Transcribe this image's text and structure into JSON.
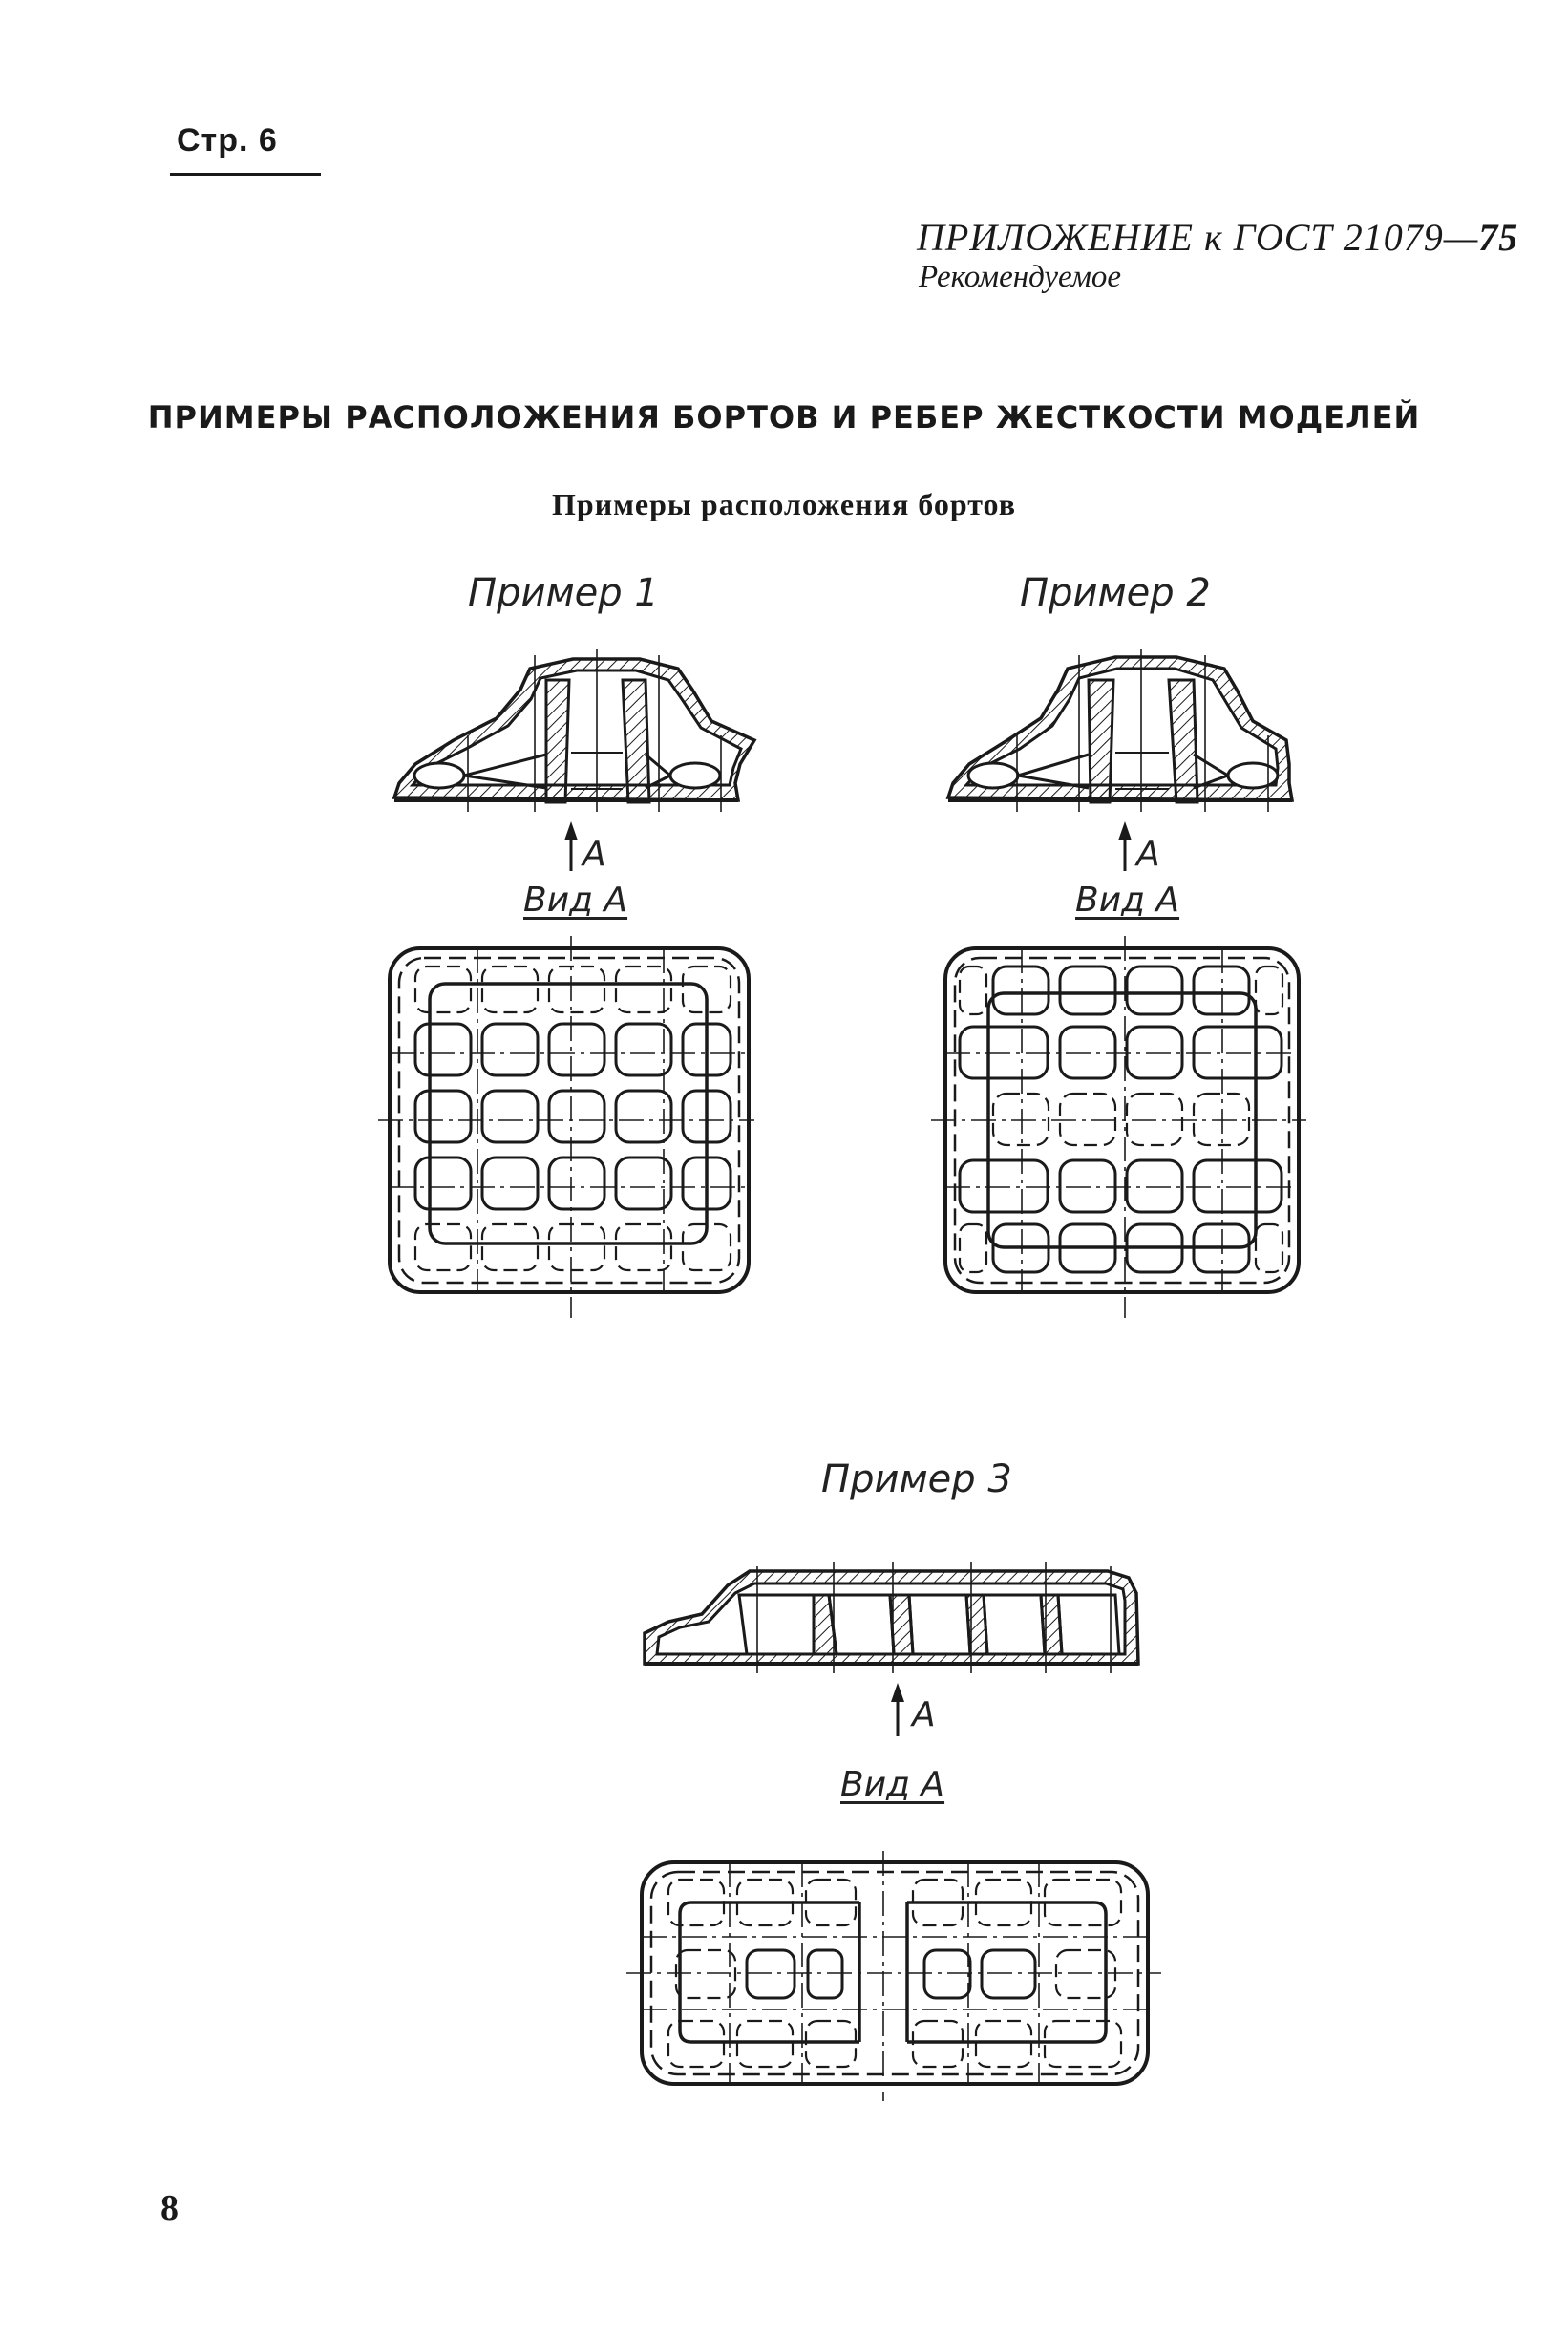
{
  "header": {
    "page_number": "Стр. 6",
    "annex_prefix": "ПРИЛОЖЕНИЕ к ГОСТ 21079—",
    "annex_year": "75",
    "annex_status": "Рекомендуемое"
  },
  "title": "ПРИМЕРЫ РАСПОЛОЖЕНИЯ БОРТОВ И РЕБЕР ЖЕСТКОСТИ МОДЕЛЕЙ",
  "subtitle": "Примеры расположения бортов",
  "examples": [
    {
      "label": "Пример 1",
      "arrow_label": "А",
      "view_label": "Вид А"
    },
    {
      "label": "Пример 2",
      "arrow_label": "А",
      "view_label": "Вид А"
    },
    {
      "label": "Пример 3",
      "arrow_label": "А",
      "view_label": "Вид А"
    }
  ],
  "folio": "8",
  "colors": {
    "ink": "#1a1a1a",
    "paper": "#ffffff"
  }
}
